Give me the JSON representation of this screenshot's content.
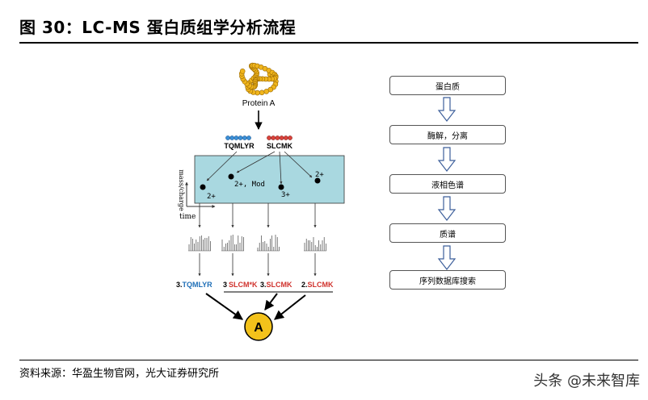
{
  "title": "图 30：LC-MS 蛋白质组学分析流程",
  "source": "资料来源：华盈生物官网，光大证券研究所",
  "watermark": "头条 @未来智库",
  "left_diagram": {
    "protein_label": "Protein A",
    "peptide_blue": "TQMLYR",
    "peptide_red": "SLCMK",
    "y_axis_label": "mass/charge",
    "x_axis_label": "time",
    "spot_labels": [
      "2+",
      "2+, Mod",
      "3+",
      "2+"
    ],
    "result_1_num": "3.",
    "result_1_text": "TQMLYR",
    "result_2_num": "3",
    "result_2_text": "SLCM*K",
    "result_3_num": "3.",
    "result_3_text": "SLCMK",
    "result_4_num": "2.",
    "result_4_text": "SLCMK",
    "final_label": "A"
  },
  "flow_steps": [
    "蛋白质",
    "酶解，分离",
    "液相色谱",
    "质谱",
    "序列数据库搜索"
  ],
  "colors": {
    "blue": "#1f6fb7",
    "red": "#d0322d",
    "panel": "#a9d8e0",
    "gold": "#f3c21b"
  }
}
